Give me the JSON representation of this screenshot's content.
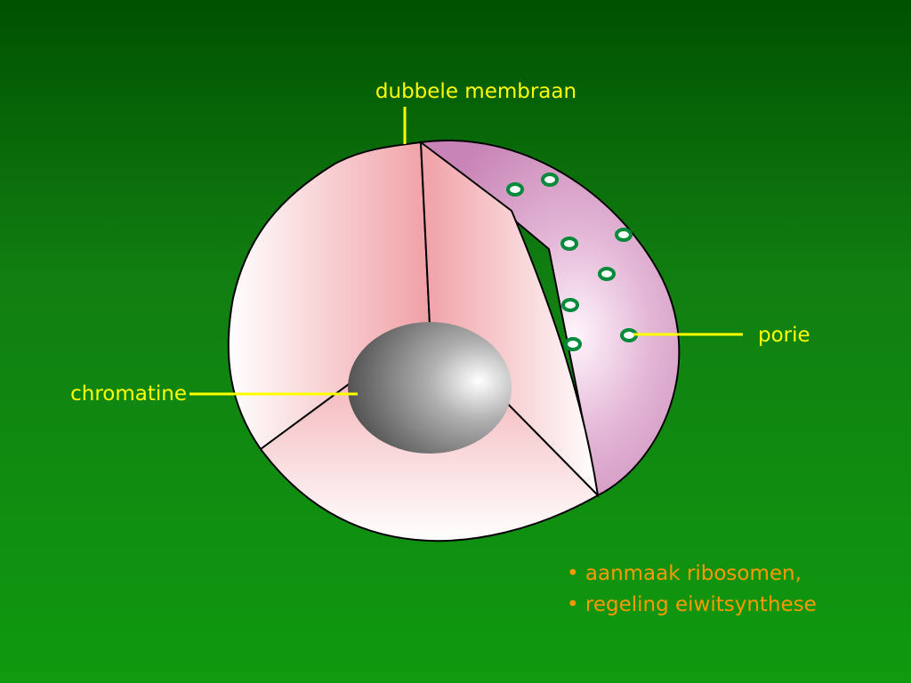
{
  "labels": {
    "membrane": "dubbele membraan",
    "pore": "porie",
    "chromatin": "chromatine"
  },
  "functions": [
    "• aanmaak ribosomen,",
    "• regeling eiwitsynthese"
  ],
  "colors": {
    "label_yellow": "#ffff00",
    "function_orange": "#ff9900",
    "pore_green": "#008a3a"
  }
}
